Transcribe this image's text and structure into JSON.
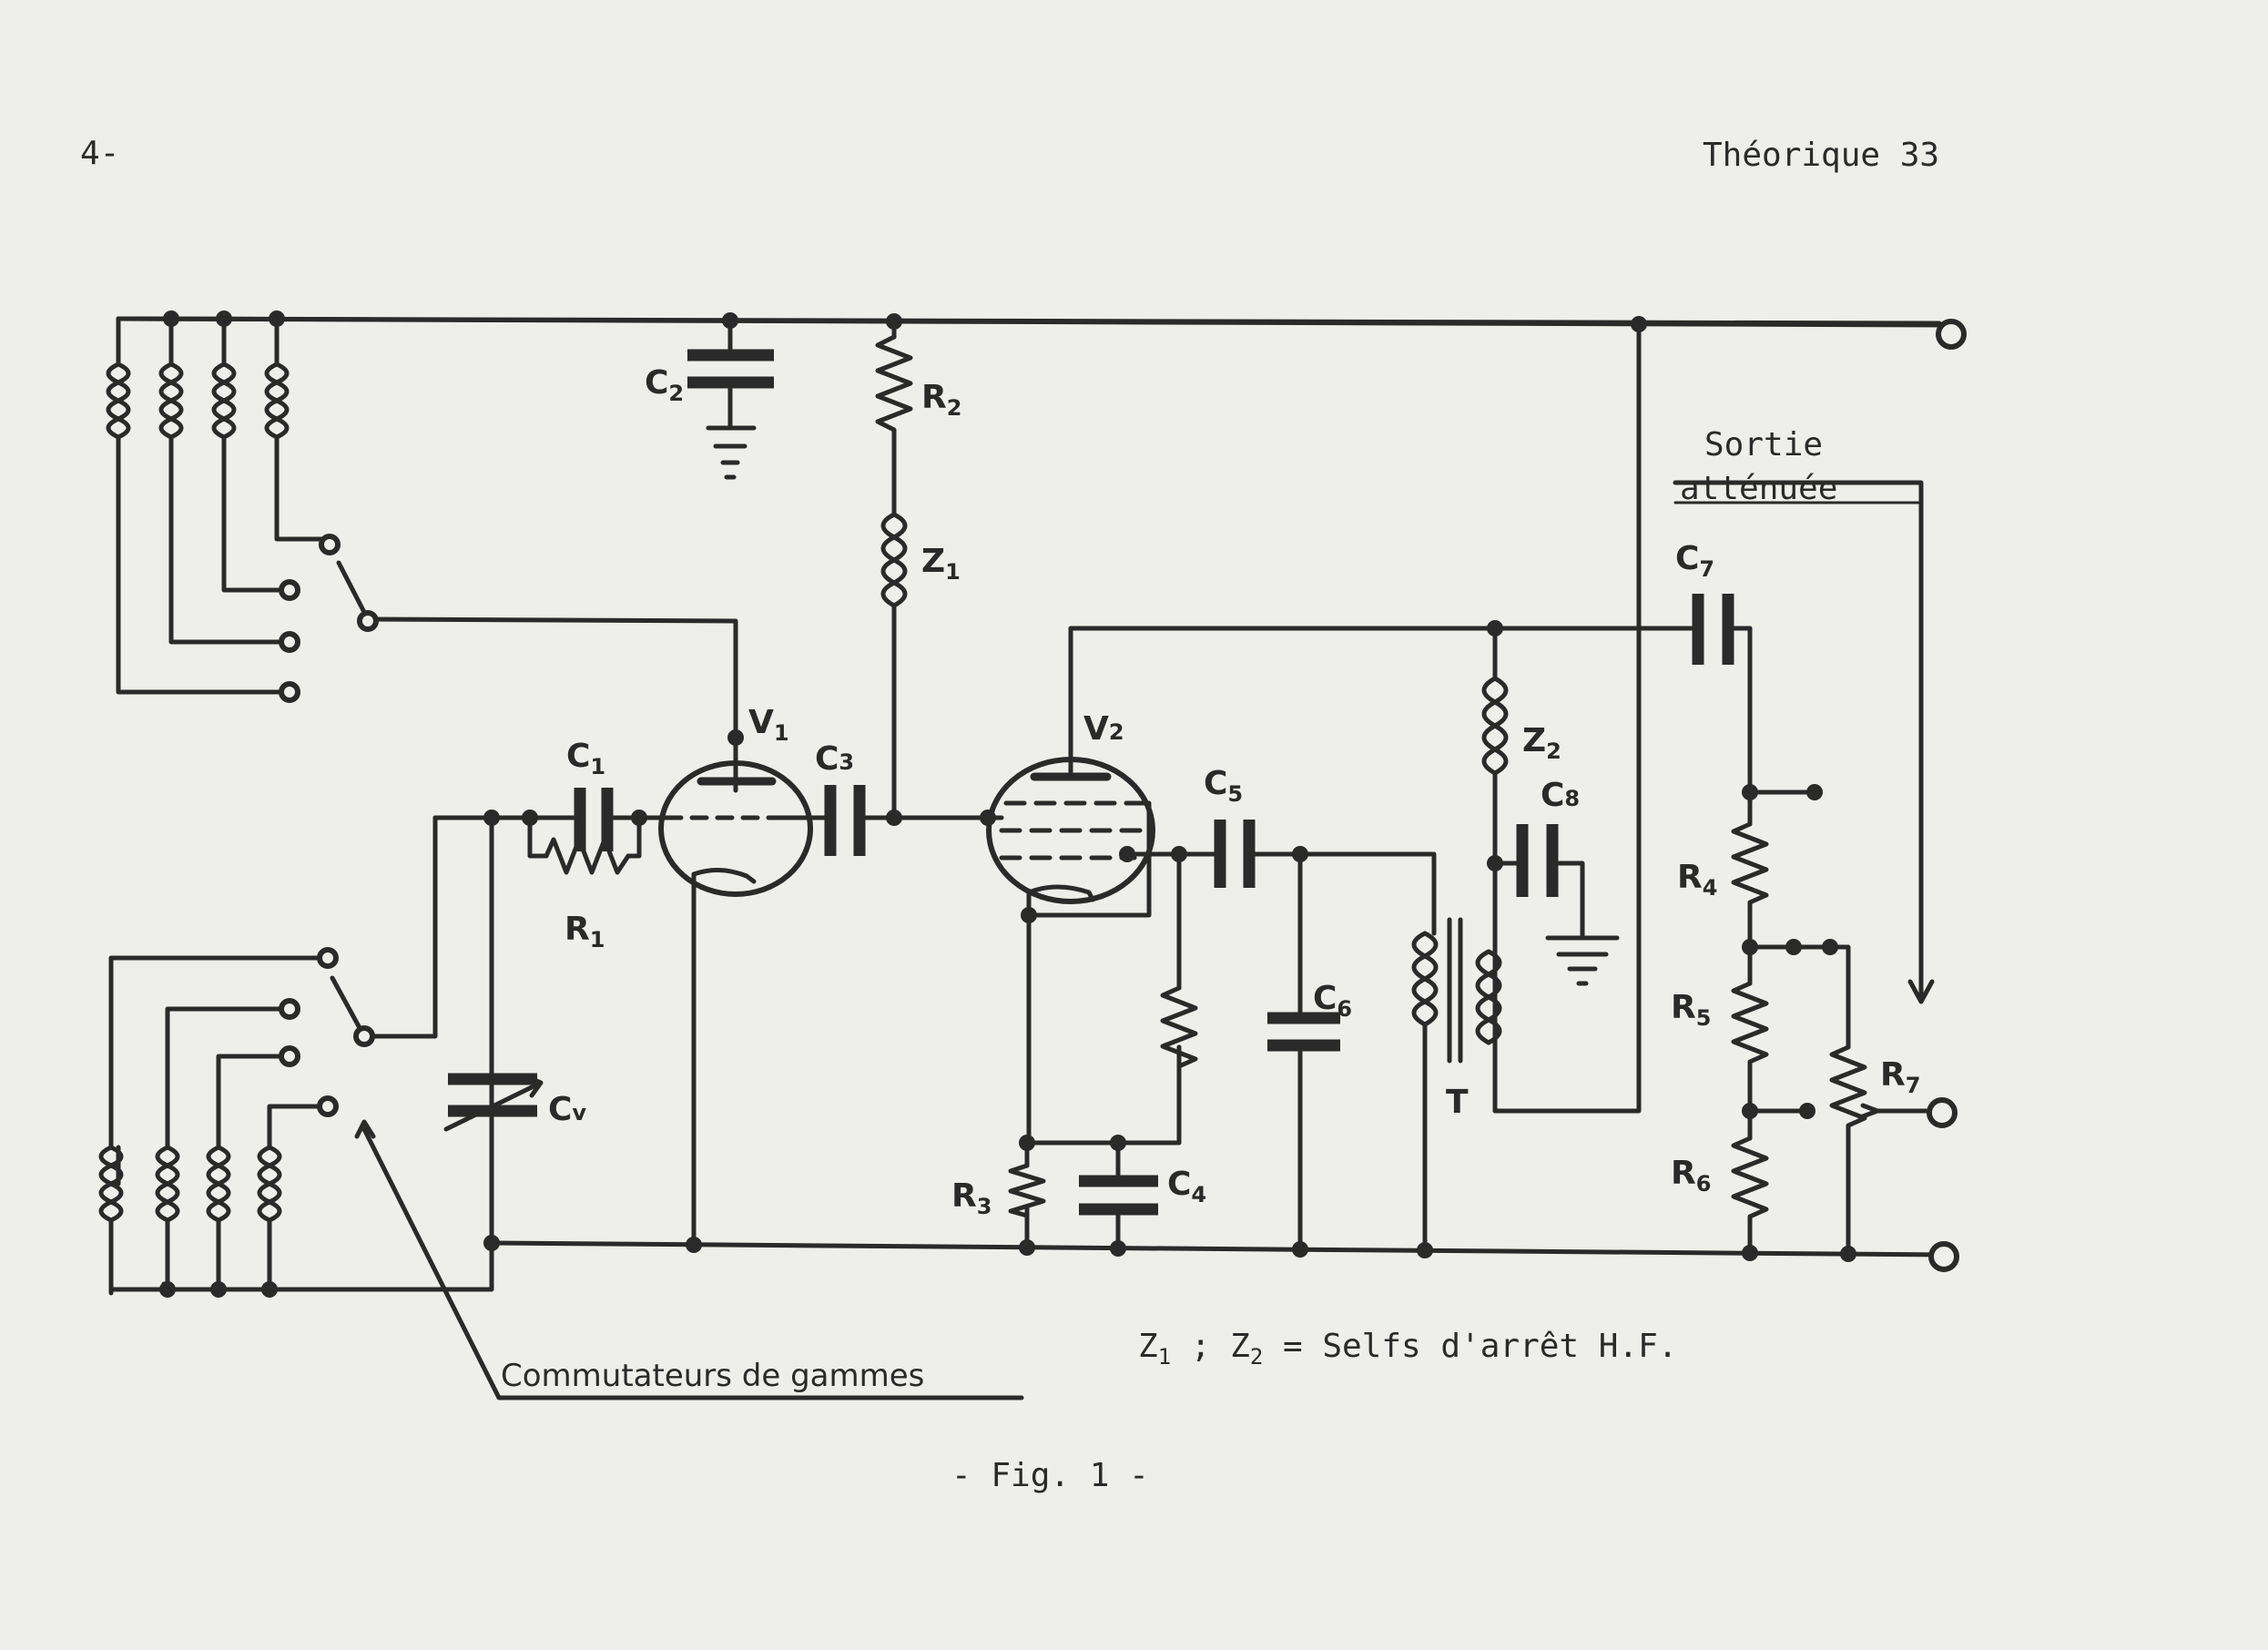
{
  "header": {
    "page_number": "4-",
    "section": "Théorique 33"
  },
  "figure": {
    "caption": "- Fig. 1 -",
    "output_label_line1": "Sortie",
    "output_label_line2": "atténuée",
    "switch_label": "Commutateurs de gammes",
    "note_z1": "Z",
    "note_z1_sub": "1",
    "note_sep": " ; ",
    "note_z2": "Z",
    "note_z2_sub": "2",
    "note_text": " = Selfs d'arrêt H.F."
  },
  "components": {
    "C1": {
      "letter": "C",
      "index": "1"
    },
    "C2": {
      "letter": "C",
      "index": "2"
    },
    "C3": {
      "letter": "C",
      "index": "3"
    },
    "C4": {
      "letter": "C",
      "index": "4"
    },
    "C5": {
      "letter": "C",
      "index": "5"
    },
    "C6": {
      "letter": "C",
      "index": "6"
    },
    "C7": {
      "letter": "C",
      "index": "7"
    },
    "C8": {
      "letter": "C",
      "index": "8"
    },
    "Cv": {
      "letter": "C",
      "index": "v"
    },
    "R1": {
      "letter": "R",
      "index": "1"
    },
    "R2": {
      "letter": "R",
      "index": "2"
    },
    "R3": {
      "letter": "R",
      "index": "3"
    },
    "R4": {
      "letter": "R",
      "index": "4"
    },
    "R5": {
      "letter": "R",
      "index": "5"
    },
    "R6": {
      "letter": "R",
      "index": "6"
    },
    "R7": {
      "letter": "R",
      "index": "7"
    },
    "Z1": {
      "letter": "Z",
      "index": "1"
    },
    "Z2": {
      "letter": "Z",
      "index": "2"
    },
    "V1": {
      "letter": "V",
      "index": "1"
    },
    "V2": {
      "letter": "V",
      "index": "2"
    },
    "T": {
      "letter": "T"
    }
  }
}
